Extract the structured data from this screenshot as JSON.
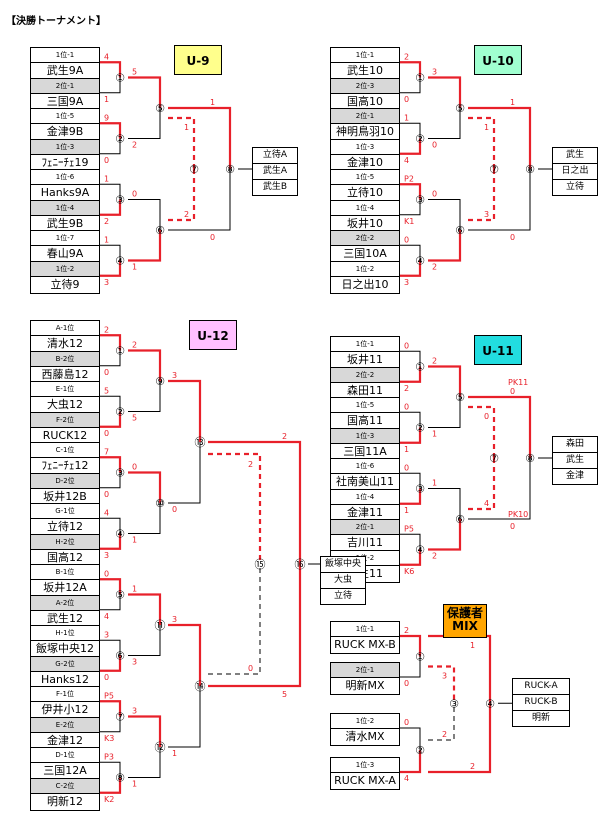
{
  "title": "【決勝トーナメント】",
  "accent": "#e8202a",
  "divisions": [
    {
      "id": "u9",
      "label": "U-9",
      "color": "#ffff8c",
      "winners": [
        "立待A",
        "武生A",
        "武生B"
      ],
      "teams": [
        [
          "1位-1",
          "武生9A"
        ],
        [
          "2位-1",
          "三国9A"
        ],
        [
          "1位-5",
          "金津9B"
        ],
        [
          "1位-3",
          "ﾌｪﾆｰﾁｪ19"
        ],
        [
          "1位-6",
          "Hanks9A"
        ],
        [
          "1位-4",
          "武生9B"
        ],
        [
          "1位-7",
          "春山9A"
        ],
        [
          "1位-2",
          "立待9"
        ]
      ],
      "scores": [
        "4",
        "1",
        "9",
        "0",
        "1",
        "2",
        "1",
        "3"
      ],
      "mid": [
        "5",
        "2",
        "0",
        "1"
      ],
      "semi": [
        "1",
        "0"
      ],
      "third": [
        "1",
        "2"
      ],
      "fin": [
        "⑧"
      ]
    },
    {
      "id": "u10",
      "label": "U-10",
      "color": "#a0ffd0",
      "winners": [
        "武生",
        "日之出",
        "立待"
      ],
      "teams": [
        [
          "1位-1",
          "武生10"
        ],
        [
          "2位-3",
          "国高10"
        ],
        [
          "2位-1",
          "神明鳥羽10"
        ],
        [
          "1位-3",
          "金津10"
        ],
        [
          "1位-5",
          "立待10"
        ],
        [
          "1位-4",
          "坂井10"
        ],
        [
          "2位-2",
          "三国10A"
        ],
        [
          "1位-2",
          "日之出10"
        ]
      ],
      "scores": [
        "2",
        "0",
        "1",
        "4",
        "P2",
        "K1",
        "0",
        "3"
      ],
      "mid": [
        "3",
        "0",
        "0",
        "2"
      ],
      "semi": [
        "1",
        "0"
      ],
      "third": [
        "1",
        "3"
      ],
      "fin": [
        "⑧"
      ]
    },
    {
      "id": "u11",
      "label": "U-11",
      "color": "#22dde0",
      "winners": [
        "森田",
        "武生",
        "金津"
      ],
      "teams": [
        [
          "1位-1",
          "坂井11"
        ],
        [
          "2位-2",
          "森田11"
        ],
        [
          "1位-5",
          "国高11"
        ],
        [
          "1位-3",
          "三国11A"
        ],
        [
          "1位-6",
          "社南美山11"
        ],
        [
          "1位-4",
          "金津11"
        ],
        [
          "2位-1",
          "吉川11"
        ],
        [
          "1位-2",
          "武生11"
        ]
      ],
      "scores": [
        "0",
        "2",
        "0",
        "1",
        "0",
        "1",
        "P5",
        "K6"
      ],
      "mid": [
        "2",
        "1",
        "1",
        "2"
      ],
      "semi": [
        "0",
        "0"
      ],
      "pk": [
        "PK11",
        "PK10"
      ],
      "third": [
        "0",
        "4"
      ],
      "fin": [
        "⑧"
      ]
    },
    {
      "id": "u12",
      "label": "U-12",
      "color": "#ffc0ff",
      "winners": [
        "飯塚中央",
        "大虫",
        "立待"
      ],
      "teams": [
        [
          "A-1位",
          "清水12"
        ],
        [
          "B-2位",
          "西藤島12"
        ],
        [
          "E-1位",
          "大虫12"
        ],
        [
          "F-2位",
          "RUCK12"
        ],
        [
          "C-1位",
          "ﾌｪﾆｰﾁｪ12"
        ],
        [
          "D-2位",
          "坂井12B"
        ],
        [
          "G-1位",
          "立待12"
        ],
        [
          "H-2位",
          "国高12"
        ],
        [
          "B-1位",
          "坂井12A"
        ],
        [
          "A-2位",
          "武生12"
        ],
        [
          "H-1位",
          "飯塚中央12"
        ],
        [
          "G-2位",
          "Hanks12"
        ],
        [
          "F-1位",
          "伊井小12"
        ],
        [
          "E-2位",
          "金津12"
        ],
        [
          "D-1位",
          "三国12A"
        ],
        [
          "C-2位",
          "明新12"
        ]
      ],
      "scores": [
        "2",
        "0",
        "5",
        "0",
        "7",
        "0",
        "4",
        "3",
        "0",
        "4",
        "3",
        "0",
        "P5",
        "K3",
        "P3",
        "K2"
      ],
      "r2": [
        "2",
        "5",
        "0",
        "1",
        "1",
        "3",
        "3",
        "1"
      ],
      "r3": [
        "3",
        "0",
        "3",
        "1"
      ],
      "sf": [
        "2",
        "5"
      ],
      "third": [
        "2",
        "0"
      ]
    },
    {
      "id": "mix",
      "label": "保護者\nMIX",
      "color": "#ffa500",
      "winners": [
        "RUCK-A",
        "RUCK-B",
        "明新"
      ],
      "teams": [
        [
          "1位-1",
          "RUCK MX-B"
        ],
        [
          "2位-1",
          "明新MX"
        ],
        [
          "1位-2",
          "清水MX"
        ],
        [
          "1位-3",
          "RUCK MX-A"
        ]
      ],
      "scores": [
        "2",
        "0",
        "0",
        "4"
      ],
      "mid": [
        "3",
        "2"
      ],
      "fin": [
        "1",
        "2"
      ]
    }
  ]
}
